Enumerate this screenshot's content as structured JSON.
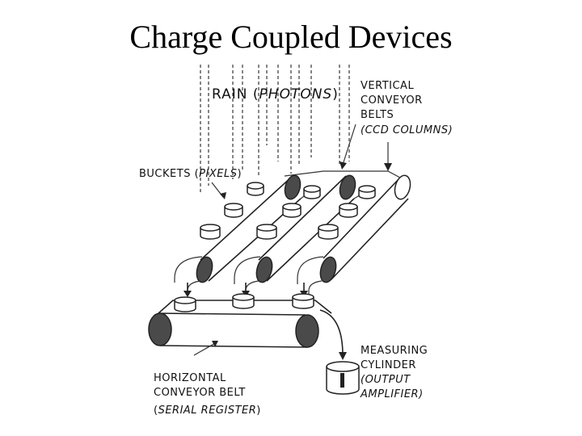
{
  "title": "Charge Coupled Devices",
  "labels": {
    "rain": "RAIN (",
    "rain_it": "PHOTONS",
    "rain_close": ")",
    "vertical_1": "VERTICAL",
    "vertical_2": "CONVEYOR",
    "vertical_3": "BELTS",
    "vertical_4": "(CCD COLUMNS)",
    "buckets": "BUCKETS (",
    "buckets_it": "PIXELS",
    "buckets_close": ")",
    "measuring_1": "MEASURING",
    "measuring_2": "CYLINDER",
    "measuring_3": "(OUTPUT",
    "measuring_4": "AMPLIFIER)",
    "horizontal_1": "HORIZONTAL",
    "horizontal_2": "CONVEYOR BELT",
    "horizontal_3": "(",
    "horizontal_3_it": "SERIAL REGISTER",
    "horizontal_3_close": ")"
  }
}
